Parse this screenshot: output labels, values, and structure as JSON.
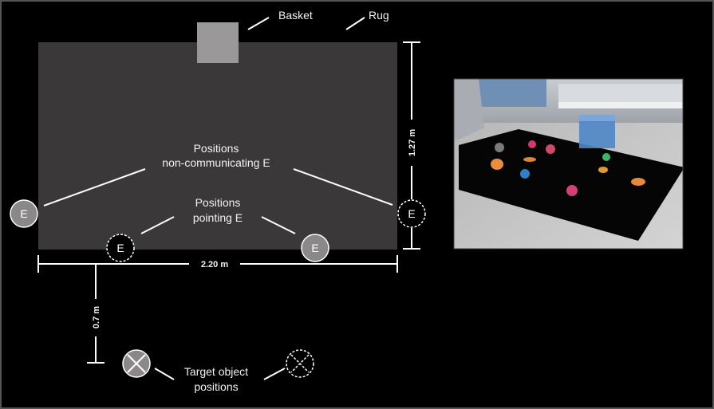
{
  "labels": {
    "basket": "Basket",
    "rug": "Rug",
    "positions_noncomm_line1": "Positions",
    "positions_noncomm_line2": "non-communicating E",
    "positions_pointing_line1": "Positions",
    "positions_pointing_line2": "pointing E",
    "target_line1": "Target object",
    "target_line2": "positions"
  },
  "dimensions": {
    "width": "2.20 m",
    "height": "1.27 m",
    "offset": "0.7 m"
  },
  "experimenter_marker": "E",
  "colors": {
    "background": "#000000",
    "rug": "#3b3839",
    "basket": "#9a9899",
    "marker_solid": "#8a8889",
    "lines": "#ffffff"
  }
}
